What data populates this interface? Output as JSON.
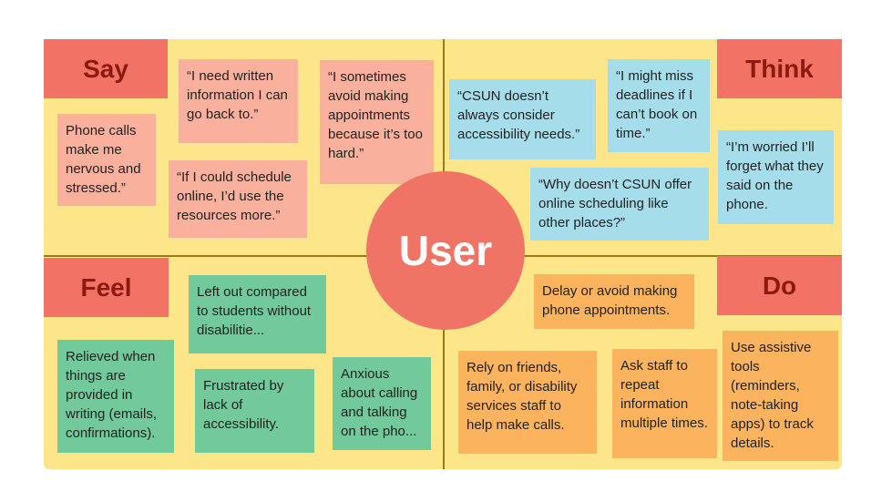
{
  "quadrants": {
    "say": "Say",
    "think": "Think",
    "feel": "Feel",
    "do": "Do"
  },
  "center": "User",
  "say_notes": [
    "Phone calls make me nervous and stressed.”",
    "“I need written information I can go back to.”",
    "“If I could schedule online, I’d use the resources more.”",
    "“I sometimes avoid making appointments because it’s too hard.”"
  ],
  "think_notes": [
    "“CSUN doesn’t always consider accessibility needs.”",
    "“I might miss deadlines if I can’t book on time.”",
    "“Why doesn’t CSUN offer online scheduling like other places?”",
    "“I’m worried I’ll forget what they said on the phone."
  ],
  "feel_notes": [
    "Left out compared to students without disabilitie...",
    "Relieved when things are provided in writing (emails, confirmations).",
    "Frustrated by lack of accessibility.",
    "Anxious about calling and talking on the pho..."
  ],
  "do_notes": [
    "Delay or avoid making phone appointments.",
    "Rely on friends, family, or disability services staff to help make calls.",
    "Ask staff to repeat information multiple times.",
    "Use assistive tools (reminders, note-taking apps) to track details."
  ],
  "colors": {
    "board": "#FDE68A",
    "label": "#F27365",
    "say_note": "#F9B19E",
    "think_note": "#A6DDEB",
    "feel_note": "#72C99B",
    "do_note": "#FBB35E"
  }
}
